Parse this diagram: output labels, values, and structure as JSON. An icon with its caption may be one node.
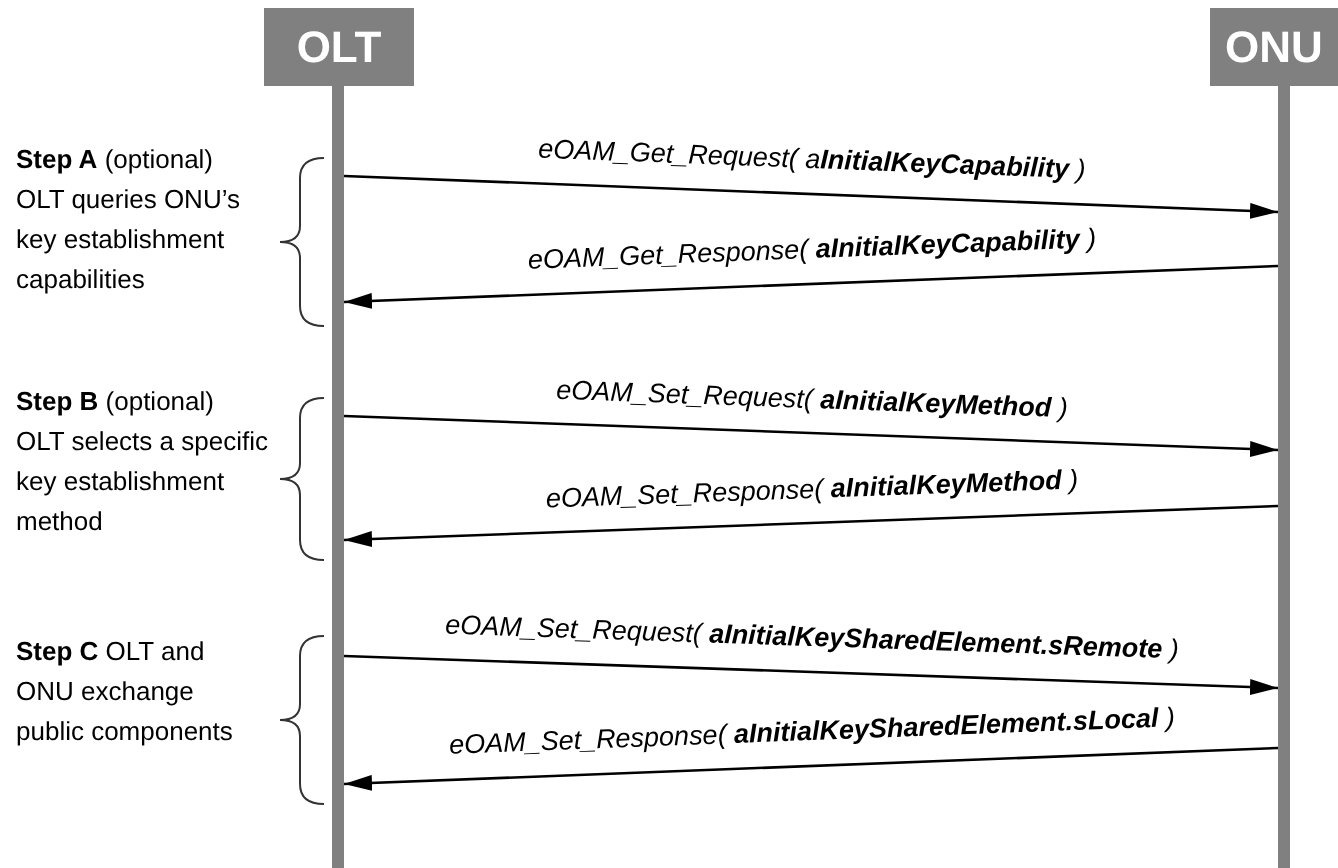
{
  "diagram": {
    "nodes": [
      {
        "text": [
          "OLT"
        ]
      },
      {
        "text": [
          "ONU"
        ]
      }
    ],
    "edges": [
      {
        "from": 0,
        "to": 1,
        "arrow": "to",
        "label": "eOAM_Get_Request( a**InitialKeyCapability** )"
      },
      {
        "from": 1,
        "to": 0,
        "arrow": "to",
        "label": "eOAM_Get_Response( **aInitialKeyCapability** )"
      },
      {
        "from": 0,
        "to": 1,
        "arrow": "to",
        "label": "eOAM_Set_Request( **aInitialKeyMethod** )"
      },
      {
        "from": 1,
        "to": 0,
        "arrow": "to",
        "label": "eOAM_Set_Response( **aInitialKeyMethod** )"
      },
      {
        "from": 0,
        "to": 1,
        "arrow": "to",
        "label": "eOAM_Set_Request( **aInitialKeySharedElement.sRemote** )"
      },
      {
        "from": 1,
        "to": 0,
        "arrow": "to",
        "label": "eOAM_Set_Response( **aInitialKeySharedElement.sLocal** )"
      }
    ],
    "labels": [
      "**Step A** (optional) OLT queries ONU’s key establishment capabilities",
      "**Step B** (optional) OLT selects a specific key establishment method",
      "**Step C** OLT and ONU exchange public components"
    ]
  }
}
